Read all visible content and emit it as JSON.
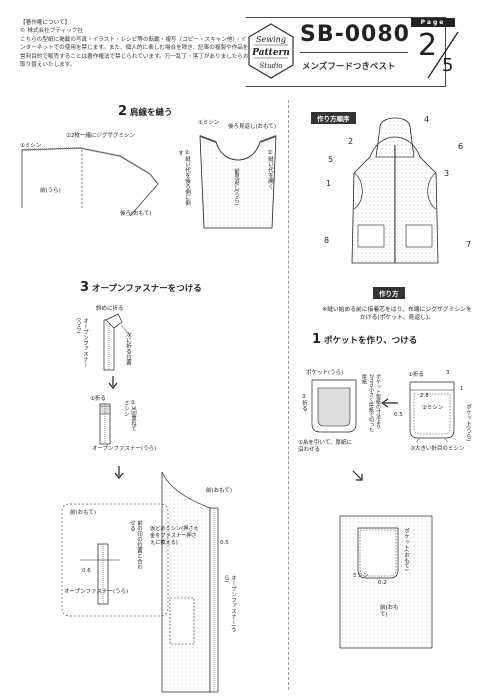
{
  "copyright": {
    "title": "【著作権について】",
    "company": "© 株式会社ブティック社",
    "body": "こちらの型紙に掲載の写真・イラスト・レシピ等の転載・複写（コピー・スキャン他）・インターネットでの使用を禁じます。また、個人的に楽しむ場合を除き、記事の複製や作品を営利目的で販売することは著作権法で禁じられています。万一乱丁・落丁がありましたらお取り替えいたします。"
  },
  "logo": {
    "line1": "Sewing",
    "line2": "Pattern",
    "line3": "Studio"
  },
  "header": {
    "code": "SB-0080",
    "subtitle": "メンズフードつきベスト",
    "page_label": "Page",
    "page": "2",
    "total": "5"
  },
  "step2": {
    "num": "2",
    "title": "肩線を縫う",
    "left_sewing": "①ミシン",
    "zigzag": "②2枚一緒にジグザグミシン",
    "front_wrong": "前(うら)",
    "back_front": "後ろ(おもて)",
    "right_sewing": "①ミシン",
    "back_facing": "後ろ見返し(おもて)",
    "iron_allowance": "②縫い代を後ろ側に倒す",
    "front_facing": "前見返し(うら)",
    "open_allowance": "②縫い代を開く"
  },
  "step3": {
    "num": "3",
    "title": "オープンファスナーをつける",
    "diag_fold": "斜めに折る",
    "zipper_wrong": "オープンファスナー(うら)",
    "fold_pos": "次に折る位置",
    "fold": "①折る",
    "overlap": "②3回重ねてミシン",
    "zipper_wrong2": "オープンファスナー(うら)",
    "front_face": "前(おもて)",
    "align_pos": "前の印の位置と合わせる",
    "val06": "0.6",
    "zipper_wrong3": "オープンファスナー(うら)",
    "front_face2": "前(おもて)",
    "baste": "仮どめミシン(押さえ金をファスナー押さえに換える)",
    "val05": "0.5",
    "zipper_wrong4": "オープンファスナー(うら)"
  },
  "order": {
    "tag": "作り方順序",
    "nums": [
      "1",
      "2",
      "3",
      "4",
      "5",
      "6",
      "7",
      "8"
    ]
  },
  "howto": {
    "tag": "作り方",
    "note": "※縫い始める前に接着芯をはり、布端にジグザグミシンをかける(ポケット、見返し)。"
  },
  "step1": {
    "num": "1",
    "title": "ポケットを作り、つける",
    "pocket_wrong": "ポケット(うら)",
    "pocket_side": "ポケット(うら)",
    "fold2": "②折る",
    "cut_thread": "ポケット型紙の寸法より2mm小さく厚紙で切った厚紙",
    "fold1": "①折る",
    "v3": "3",
    "v28": "2.8",
    "v1": "1",
    "v05": "0.5",
    "sew2": "②ミシン",
    "pull_thread": "①糸を引いて、厚紙に沿わせる",
    "big_stitch": "③大きい針目のミシン",
    "front_face": "前(おもて)",
    "sewing": "ミシン",
    "v02": "0.2",
    "pocket_face": "ポケット(おもて)"
  }
}
